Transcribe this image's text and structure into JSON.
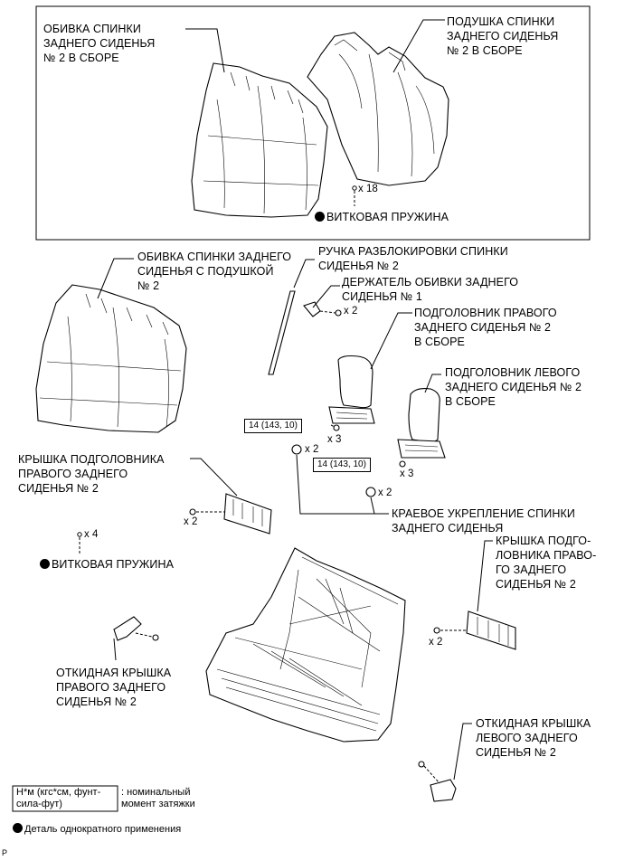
{
  "labels": {
    "seatback_cover_assy": "ОБИВКА СПИНКИ\nЗАДНЕГО СИДЕНЬЯ\n№ 2 В СБОРЕ",
    "seatback_pad_assy": "ПОДУШКА СПИНКИ\nЗАДНЕГО СИДЕНЬЯ\n№ 2 В СБОРЕ",
    "hog_ring_qty_top": "x 18",
    "hog_ring_top": "ВИТКОВАЯ ПРУЖИНА",
    "seatback_cover_with_pad": "ОБИВКА СПИНКИ ЗАДНЕГО\nСИДЕНЬЯ С ПОДУШКОЙ\n№ 2",
    "lock_release_handle": "РУЧКА РАЗБЛОКИРОВКИ СПИНКИ\nСИДЕНЬЯ № 2",
    "cover_holder": "ДЕРЖАТЕЛЬ ОБИВКИ ЗАДНЕГО\nСИДЕНЬЯ № 1",
    "holder_qty": "x 2",
    "headrest_support_rh": "ПОДГОЛОВНИК ПРАВОГО\nЗАДНЕГО СИДЕНЬЯ № 2\nВ СБОРЕ",
    "headrest_support_lh": "ПОДГОЛОВНИК ЛЕВОГО\nЗАДНЕГО СИДЕНЬЯ № 2\nВ СБОРЕ",
    "torque_rh": "14 (143, 10)",
    "torque_rh_qty": "x 3",
    "torque_lh": "14 (143, 10)",
    "torque_lh_qty": "x 3",
    "edge_support_qty_a": "x 2",
    "edge_support_qty_b": "x 2",
    "headrest_cover_rh": "КРЫШКА ПОДГОЛОВНИКА\nПРАВОГО ЗАДНЕГО\nСИДЕНЬЯ № 2",
    "headrest_cover_rh_qty": "x 2",
    "edge_support": "КРАЕВОЕ УКРЕПЛЕНИЕ СПИНКИ\nЗАДНЕГО СИДЕНЬЯ",
    "hog_ring_qty_mid": "x 4",
    "hog_ring_mid": "ВИТКОВАЯ ПРУЖИНА",
    "headrest_cover_rh2": "КРЫШКА ПОДГО-\nЛОВНИКА ПРАВО-\nГО ЗАДНЕГО\nСИДЕНЬЯ № 2",
    "headrest_cover_rh2_qty": "x 2",
    "hinge_cover_rh": "ОТКИДНАЯ КРЫШКА\nПРАВОГО ЗАДНЕГО\nСИДЕНЬЯ № 2",
    "hinge_cover_lh": "ОТКИДНАЯ КРЫШКА\nЛЕВОГО ЗАДНЕГО\nСИДЕНЬЯ № 2"
  },
  "legend": {
    "torque_unit": "Н*м (кгс*см, фунт-\nсила-фут)",
    "torque_desc": ": номинальный\nмомент затяжки",
    "non_reusable": "Деталь однократного применения"
  },
  "footer": {
    "code": "P"
  }
}
